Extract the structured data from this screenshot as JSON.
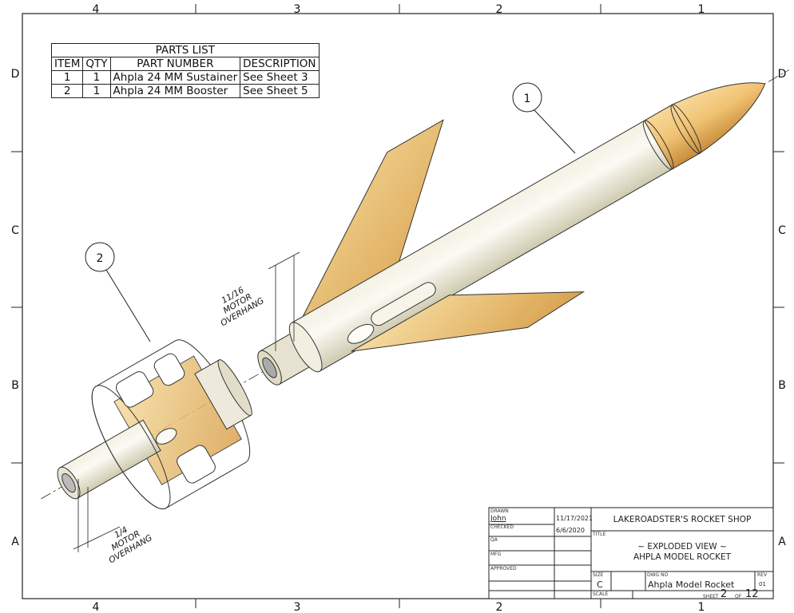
{
  "border": {
    "columns": [
      "4",
      "3",
      "2",
      "1"
    ],
    "rows": [
      "D",
      "C",
      "B",
      "A"
    ]
  },
  "parts_list": {
    "title": "PARTS LIST",
    "headers": [
      "ITEM",
      "QTY",
      "PART NUMBER",
      "DESCRIPTION"
    ],
    "rows": [
      {
        "item": "1",
        "qty": "1",
        "part_number": "Ahpla 24 MM Sustainer",
        "description": "See Sheet 3"
      },
      {
        "item": "2",
        "qty": "1",
        "part_number": "Ahpla 24 MM Booster",
        "description": "See Sheet 5"
      }
    ]
  },
  "balloons": [
    "1",
    "2"
  ],
  "dimensions": [
    {
      "value": "11/16",
      "label1": "MOTOR",
      "label2": "OVERHANG"
    },
    {
      "value": "1/4",
      "label1": "MOTOR",
      "label2": "OVERHANG"
    }
  ],
  "title_block": {
    "drawn_label": "DRAWN",
    "drawn_by": "John",
    "drawn_date": "11/17/2021",
    "checked_label": "CHECKED",
    "checked_date": "6/6/2020",
    "qa_label": "QA",
    "mfg_label": "MFG",
    "approved_label": "APPROVED",
    "company": "LAKEROADSTER'S ROCKET SHOP",
    "title_label": "TITLE",
    "title_line1": "~ EXPLODED VIEW ~",
    "title_line2": "AHPLA MODEL ROCKET",
    "size_label": "SIZE",
    "size": "C",
    "dwg_no_label": "DWG NO",
    "dwg_no": "Ahpla Model Rocket",
    "rev_label": "REV",
    "rev": "01",
    "scale_label": "SCALE",
    "sheet_label": "SHEET",
    "sheet": "2",
    "of_label": "OF",
    "sheet_total": "12"
  }
}
